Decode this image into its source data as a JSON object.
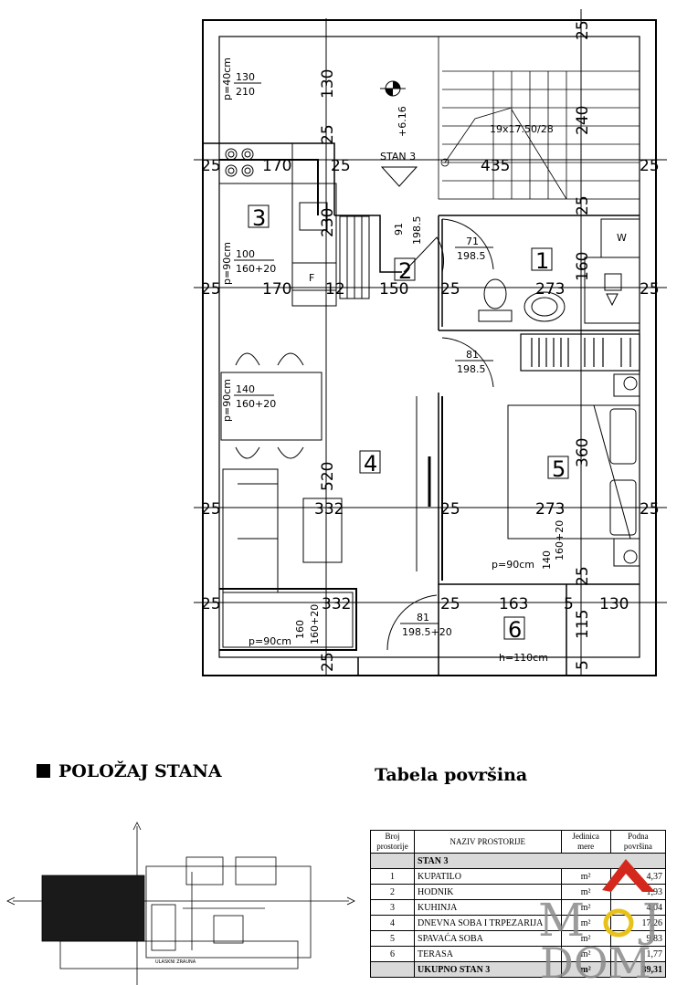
{
  "plan": {
    "stair_note": "19x17.50/28",
    "level": "+6.16",
    "unit_name": "STAN 3",
    "rooms": [
      "1",
      "2",
      "3",
      "4",
      "5",
      "6"
    ],
    "appliance_w": "W",
    "appliance_f": "F",
    "windows": [
      {
        "p": "p=40cm",
        "w": "130",
        "h": "210"
      },
      {
        "p": "p=90cm",
        "w": "100",
        "h": "160+20"
      },
      {
        "p": "p=90cm",
        "w": "140",
        "h": "160+20"
      },
      {
        "p": "p=90cm",
        "w": "160",
        "h": "160+20"
      },
      {
        "p": "p=90cm",
        "w": "140",
        "h": "160+20"
      }
    ],
    "doors": [
      {
        "w": "91",
        "h": "198.5"
      },
      {
        "w": "71",
        "h": "198.5"
      },
      {
        "w": "81",
        "h": "198.5"
      },
      {
        "w": "81",
        "h": "198.5+20"
      }
    ],
    "terrace_h": "h=110cm",
    "dims": {
      "d130": "130",
      "d25": "25",
      "d240": "240",
      "d170": "170",
      "d435": "435",
      "d230": "230",
      "d160": "160",
      "d12": "12",
      "d150": "150",
      "d273": "273",
      "d520": "520",
      "d332": "332",
      "d360": "360",
      "d163": "163",
      "d5": "5",
      "d115": "115"
    }
  },
  "sections": {
    "polozaj": "POLOŽAJ STANA",
    "tabela": "Tabela površina"
  },
  "minimap": {
    "caption": "ULASKNI ZRAUNA"
  },
  "table": {
    "headers": [
      "Broj prostorije",
      "NAZIV PROSTORIJE",
      "Jedinica mere",
      "Podna površina"
    ],
    "group": "STAN 3",
    "rows": [
      {
        "no": "1",
        "name": "KUPATILO",
        "unit": "m²",
        "area": "4,37"
      },
      {
        "no": "2",
        "name": "HODNIK",
        "unit": "m²",
        "area": "1,93"
      },
      {
        "no": "3",
        "name": "KUHINJA",
        "unit": "m²",
        "area": "4,04"
      },
      {
        "no": "4",
        "name": "DNEVNA SOBA I TRPEZARIJA",
        "unit": "m²",
        "area": "17,26"
      },
      {
        "no": "5",
        "name": "SPAVAĆA SOBA",
        "unit": "m²",
        "area": "9,83"
      },
      {
        "no": "6",
        "name": "TERASA",
        "unit": "m²",
        "area": "1,77"
      }
    ],
    "total": {
      "name": "UKUPNO STAN 3",
      "unit": "m²",
      "area": "39,31"
    }
  },
  "logo": {
    "line1": "M",
    "line1b": "J",
    "line2": "DOM"
  }
}
